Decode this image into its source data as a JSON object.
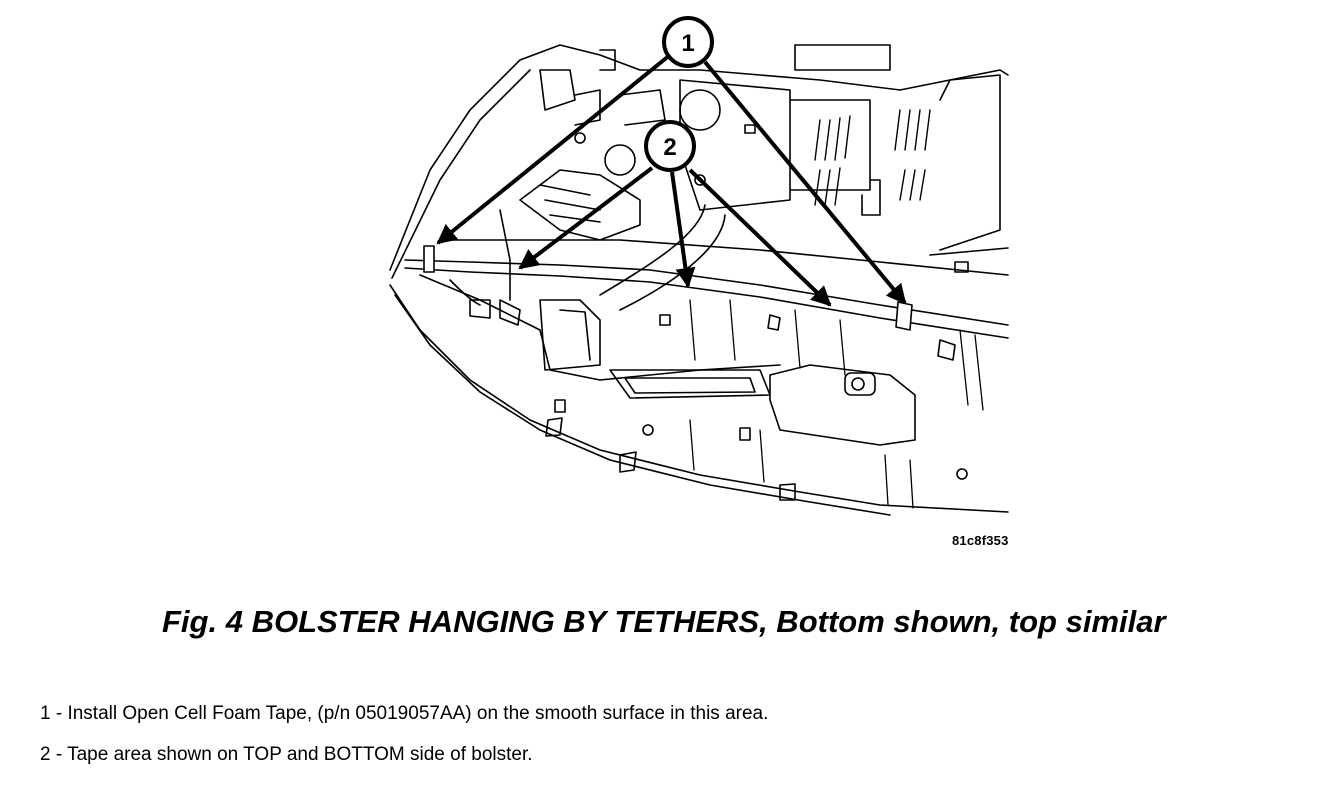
{
  "figure": {
    "callouts": [
      {
        "number": "1"
      },
      {
        "number": "2"
      }
    ],
    "image_code": "81c8f353",
    "caption": "Fig. 4 BOLSTER HANGING BY TETHERS, Bottom shown, top similar"
  },
  "legend": [
    {
      "text": "1 - Install Open Cell Foam Tape, (p/n 05019057AA) on the smooth surface in this area."
    },
    {
      "text": "2 - Tape area shown on TOP and BOTTOM side of bolster."
    }
  ]
}
